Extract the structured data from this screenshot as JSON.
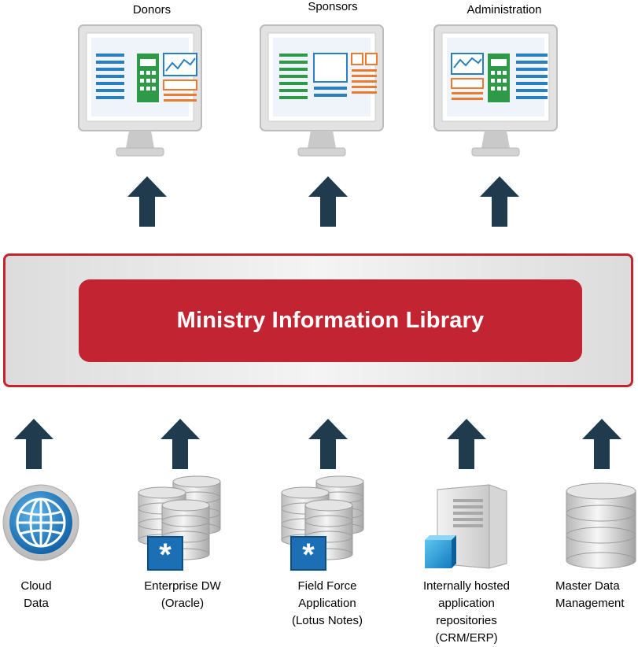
{
  "top": {
    "labels": [
      "Donors",
      "Sponsors",
      "Administration"
    ]
  },
  "banner": {
    "title": "Ministry Information Library"
  },
  "bottom": {
    "labels": [
      "Cloud\nData",
      "Enterprise DW\n(Oracle)",
      "Field Force\nApplication\n(Lotus Notes)",
      "Internally hosted\napplication\nrepositories\n(CRM/ERP)",
      "Master Data\nManagement"
    ]
  },
  "colors": {
    "accent_red": "#c32432",
    "arrow_navy": "#1f3b4d",
    "blue": "#2a7fc1",
    "green": "#2e9a47",
    "orange": "#ee7a2d"
  },
  "icons": [
    "monitor-icon",
    "arrow-up-icon",
    "globe-icon",
    "database-icon",
    "server-icon"
  ]
}
